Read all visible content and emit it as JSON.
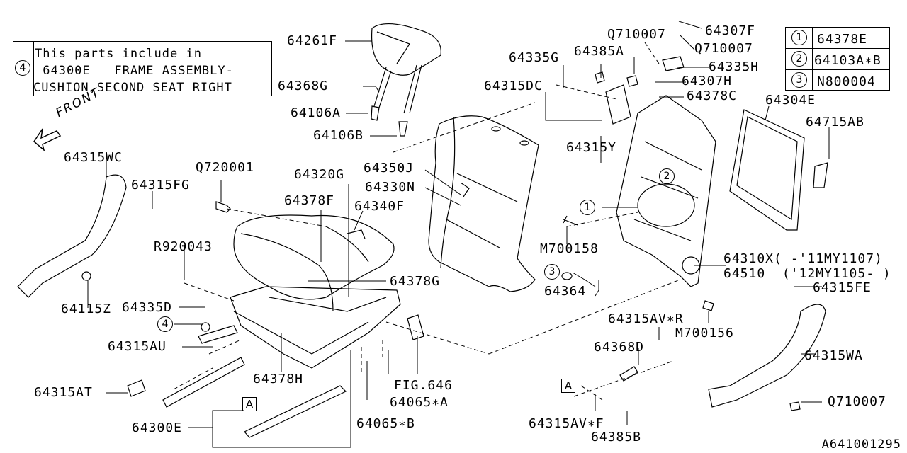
{
  "diagram": {
    "title_code": "A641001295",
    "front_label": "FRONT",
    "note": {
      "marker": "4",
      "lines": [
        "This parts include in",
        " 64300E   FRAME ASSEMBLY-",
        "CUSHION,SECOND SEAT RIGHT"
      ]
    },
    "legend": [
      {
        "key": "1",
        "part": "64378E"
      },
      {
        "key": "2",
        "part": "64103A∗B"
      },
      {
        "key": "3",
        "part": "N800004"
      }
    ],
    "ref_box": "A",
    "callout_markers": {
      "one": "1",
      "two": "2",
      "three": "3",
      "four": "4"
    },
    "labels": {
      "p64261F": "64261F",
      "p64368G": "64368G",
      "p64106A": "64106A",
      "p64106B": "64106B",
      "p64307F": "64307F",
      "pQ710007a": "Q710007",
      "pQ710007b": "Q710007",
      "p64385A": "64385A",
      "p64335G": "64335G",
      "p64335H": "64335H",
      "p64307H": "64307H",
      "p64378C": "64378C",
      "p64315DC": "64315DC",
      "p64304E": "64304E",
      "p64715AB": "64715AB",
      "p64315WC": "64315WC",
      "p64315FG": "64315FG",
      "pQ720001": "Q720001",
      "p64320G": "64320G",
      "p64350J": "64350J",
      "p64330N": "64330N",
      "p64378F": "64378F",
      "p64340F": "64340F",
      "p64315Y": "64315Y",
      "pM700158": "M700158",
      "p64310X": "64310X( -'11MY1107)",
      "p64510": "64510  ('12MY1105- )",
      "p64364": "64364",
      "p64315FE": "64315FE",
      "pR920043": "R920043",
      "p64378G": "64378G",
      "p64115Z": "64115Z",
      "p64335D": "64335D",
      "p64315AU": "64315AU",
      "p64315AVR": "64315AV∗R",
      "pM700156": "M700156",
      "p64368D": "64368D",
      "p64315WA": "64315WA",
      "p64378H": "64378H",
      "pFIG646": "FIG.646",
      "p64065A": "64065∗A",
      "p64065B": "64065∗B",
      "p64315AT": "64315AT",
      "p64300E": "64300E",
      "p64315AVF": "64315AV∗F",
      "p64385B": "64385B",
      "pQ710007c": "Q710007"
    }
  }
}
